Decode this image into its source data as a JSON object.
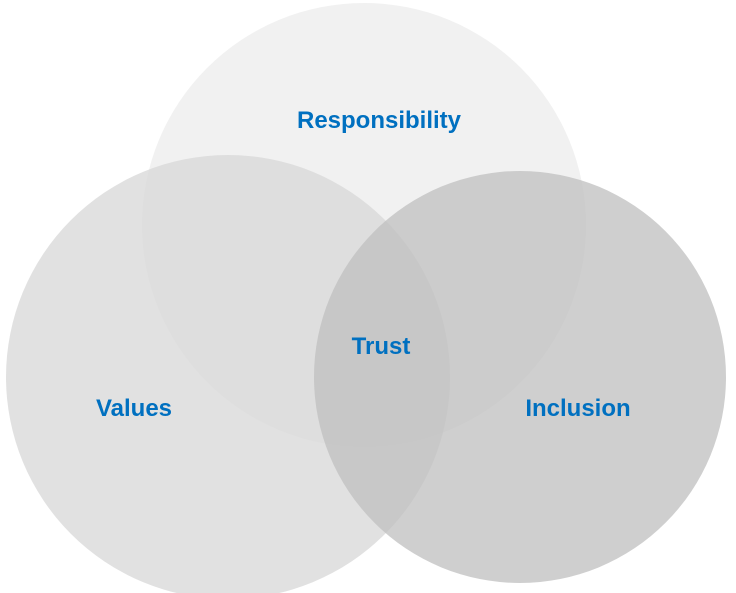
{
  "diagram": {
    "type": "venn",
    "sets": [
      {
        "label": "Responsibility",
        "fill": "#efefef"
      },
      {
        "label": "Values",
        "fill": "#d9d9d9"
      },
      {
        "label": "Inclusion",
        "fill": "#bfbfbf"
      }
    ],
    "center_label": "Trust",
    "label_color": "#0070c0"
  }
}
